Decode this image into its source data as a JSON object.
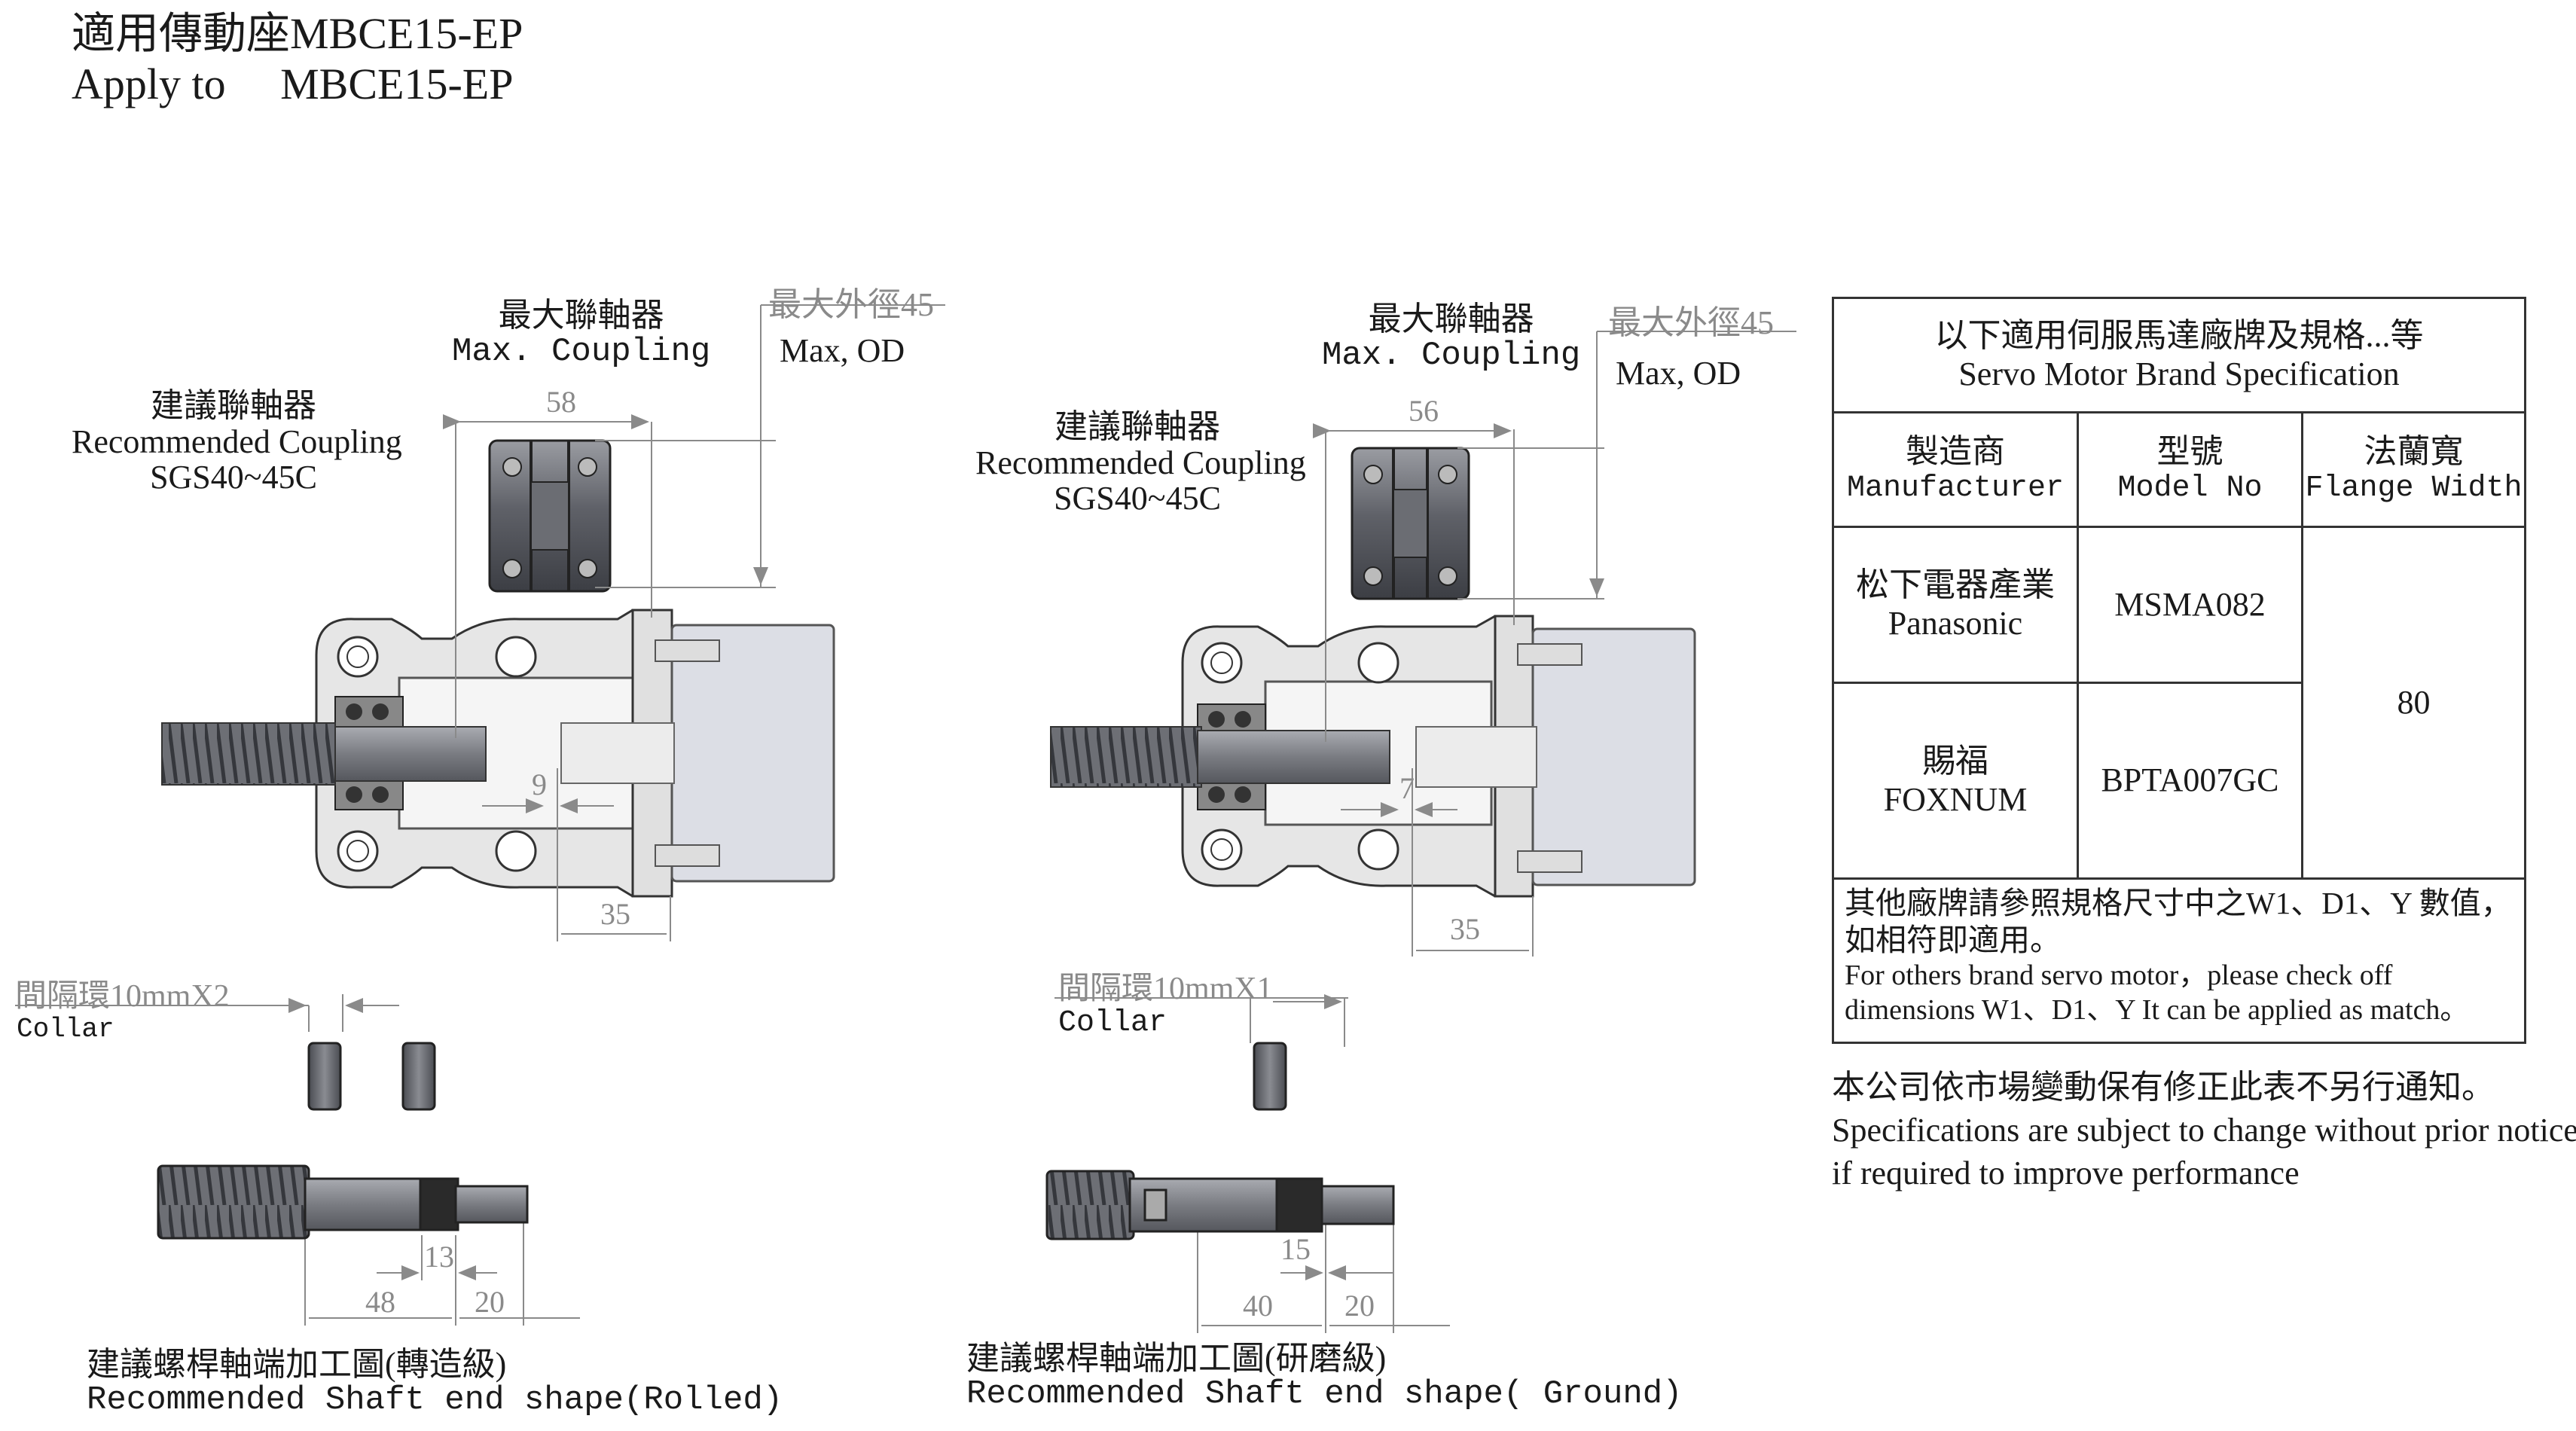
{
  "title": {
    "zh": "適用傳動座MBCE15-EP",
    "en": "Apply to     MBCE15-EP"
  },
  "left": {
    "max_coupling_zh": "最大聯軸器",
    "max_coupling_en": "Max. Coupling",
    "max_od_zh": "最大外徑45",
    "max_od_en": "Max, OD",
    "rec_coupling_zh": "建議聯軸器",
    "rec_coupling_en": "Recommended Coupling",
    "rec_coupling_model": "SGS40~45C",
    "dim_58": "58",
    "dim_9": "9",
    "dim_35": "35",
    "collar_zh": "間隔環10mmX2",
    "collar_en": "Collar",
    "dim_13": "13",
    "dim_48": "48",
    "dim_20": "20",
    "shaft_zh": "建議螺桿軸端加工圖(轉造級)",
    "shaft_en": "Recommended Shaft end shape(Rolled)"
  },
  "right": {
    "max_coupling_zh": "最大聯軸器",
    "max_coupling_en": "Max. Coupling",
    "max_od_zh": "最大外徑45",
    "max_od_en": "Max, OD",
    "rec_coupling_zh": "建議聯軸器",
    "rec_coupling_en": "Recommended Coupling",
    "rec_coupling_model": "SGS40~45C",
    "dim_56": "56",
    "dim_7": "7",
    "dim_35": "35",
    "collar_zh": "間隔環10mmX1",
    "collar_en": "Collar",
    "dim_15": "15",
    "dim_40": "40",
    "dim_20": "20",
    "shaft_zh": "建議螺桿軸端加工圖(研磨級)",
    "shaft_en": "Recommended Shaft end shape( Ground)"
  },
  "spec_table": {
    "header_zh": "以下適用伺服馬達廠牌及規格...等",
    "header_en": "Servo Motor Brand Specification",
    "col1_zh": "製造商",
    "col1_en": "Manufacturer",
    "col2_zh": "型號",
    "col2_en": "Model No",
    "col3_zh": "法蘭寬",
    "col3_en": "Flange Width",
    "rows": [
      {
        "maker_zh": "松下電器產業",
        "maker_en": "Panasonic",
        "model": "MSMA082"
      },
      {
        "maker_zh": "賜福",
        "maker_en": "FOXNUM",
        "model": "BPTA007GC"
      }
    ],
    "flange_width": "80",
    "note_zh_1": "其他廠牌請參照規格尺寸中之W1、D1、Y 數值，",
    "note_zh_2": "如相符即適用。",
    "note_en_1": "For others brand servo motor，please check off",
    "note_en_2": "dimensions W1、D1、Y It can be applied as match。"
  },
  "disclaimer": {
    "zh": "本公司依市場變動保有修正此表不另行通知。",
    "en_1": "Specifications are subject to change without prior notice",
    "en_2": "if required to improve performance"
  }
}
